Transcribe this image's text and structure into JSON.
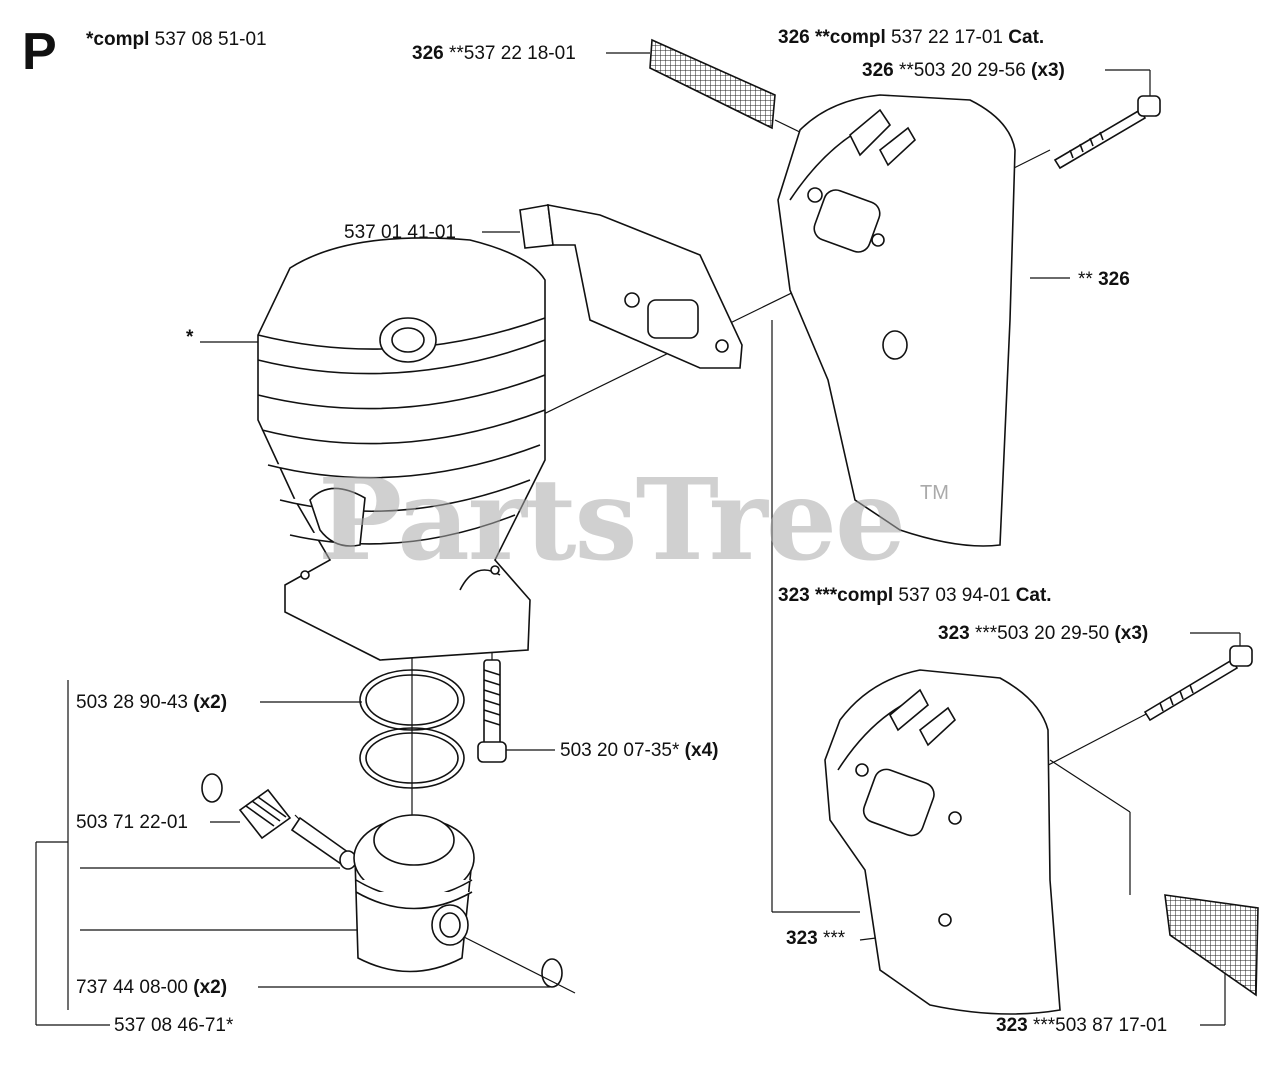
{
  "section_letter": "P",
  "watermark": {
    "text": "PartsTree",
    "tm": "TM"
  },
  "labels": {
    "cyl_kit": {
      "prefix": "*compl",
      "number": "537 08 51-01"
    },
    "cyl_star": {
      "text": "*"
    },
    "screen_top": {
      "ref": "326",
      "number": "**537 22 18-01"
    },
    "muffler_top_compl": {
      "ref": "326",
      "code": "**compl",
      "number": "537 22 17-01",
      "suffix": "Cat."
    },
    "bolt_top": {
      "ref": "326",
      "number": "**503 20 29-56",
      "qty": "(x3)"
    },
    "gasket": {
      "number": "537 01 41-01"
    },
    "muffler_top": {
      "code": "**",
      "ref": "326"
    },
    "muffler_bottom_compl": {
      "ref": "323",
      "code": "***compl",
      "number": "537 03 94-01",
      "suffix": "Cat."
    },
    "bolt_bottom": {
      "ref": "323",
      "number": "***503 20 29-50",
      "qty": "(x3)"
    },
    "ring": {
      "number": "503 28 90-43",
      "qty": "(x2)"
    },
    "cyl_screw": {
      "number": "503 20 07-35*",
      "qty": "(x4)"
    },
    "bearing": {
      "number": "503 71 22-01"
    },
    "circlip": {
      "number": "737 44 08-00",
      "qty": "(x2)"
    },
    "piston_kit": {
      "number": "537 08 46-71*"
    },
    "muffler_bottom": {
      "ref": "323",
      "code": "***"
    },
    "screen_bottom": {
      "ref": "323",
      "number": "***503 87 17-01"
    }
  }
}
